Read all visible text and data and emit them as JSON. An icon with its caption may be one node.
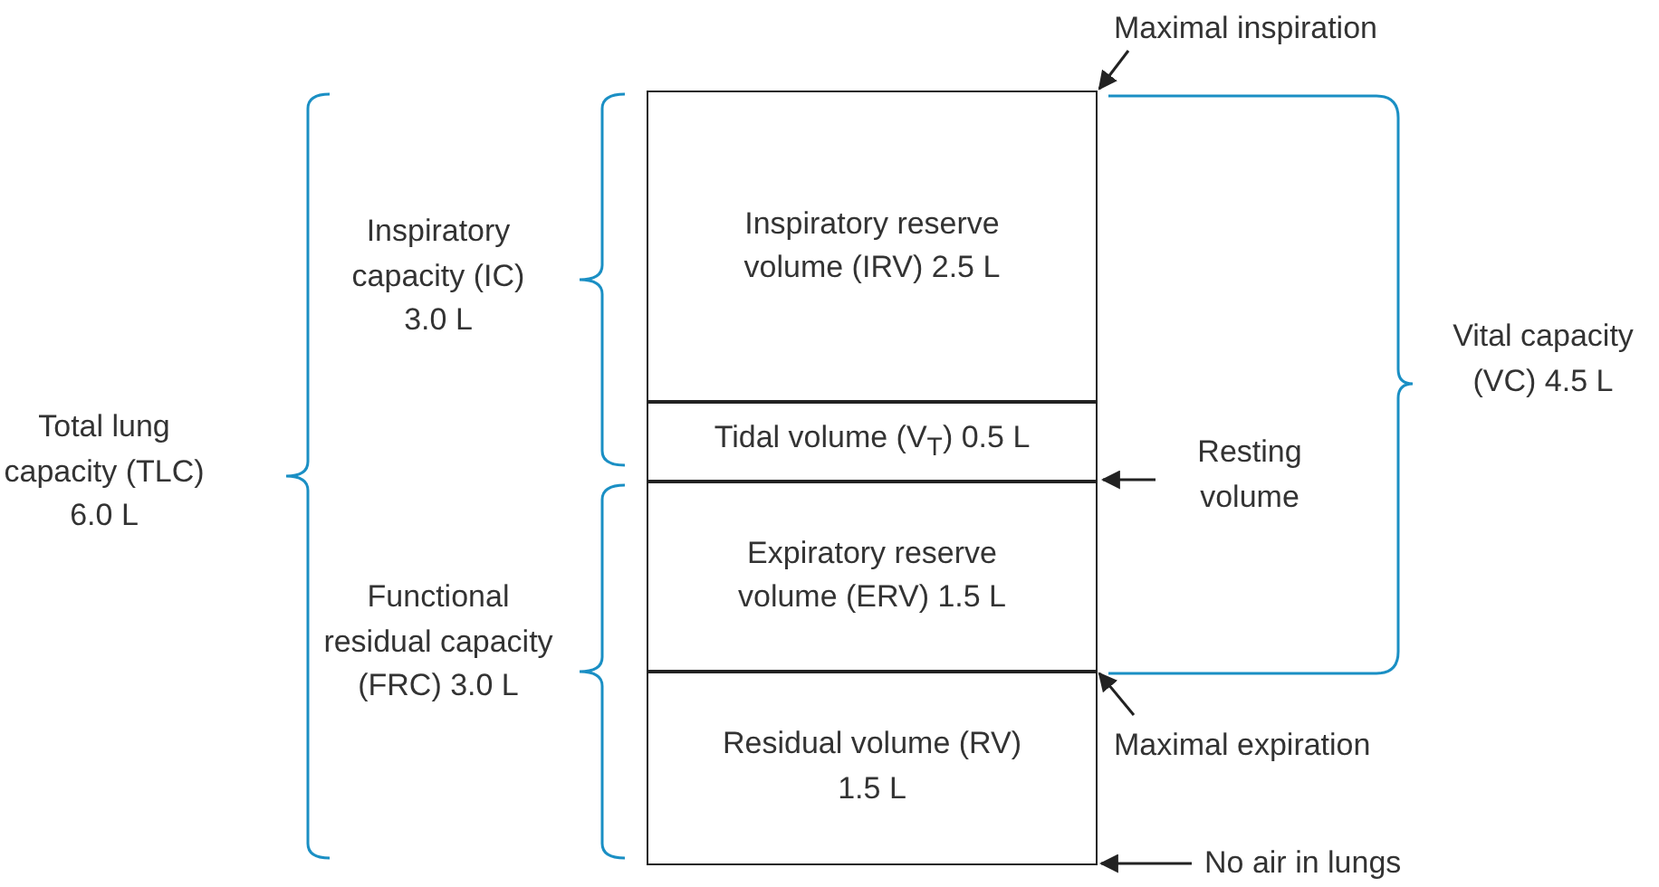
{
  "diagram": {
    "nodes": [
      {
        "text": [
          "Inspiratory reserve volume (IRV) 2.5 L"
        ]
      },
      {
        "text": [
          "Tidal volume (V$_{T}$) 0.5 L"
        ]
      },
      {
        "text": [
          "Expiratory reserve volume (ERV) 1.5 L"
        ]
      },
      {
        "text": [
          "Residual volume (RV) 1.5 L"
        ]
      },
      {
        "text": [
          "Maximal inspiration"
        ]
      },
      {
        "text": [
          "Resting volume"
        ]
      },
      {
        "text": [
          "Maximal expiration"
        ]
      },
      {
        "text": [
          "No air in lungs"
        ]
      }
    ],
    "edges": [
      {
        "from": 4,
        "to": 0,
        "arrow": "to"
      },
      {
        "from": 5,
        "to": 2,
        "arrow": "to"
      },
      {
        "from": 6,
        "to": 3,
        "arrow": "to"
      },
      {
        "from": 7,
        "to": 3,
        "arrow": "to"
      }
    ],
    "labels": [
      "Inspiratory capacity (IC) 3.0 L",
      "Total lung capacity (TLC) 6.0 L",
      "Functional residual capacity (FRC) 3.0 L",
      "Vital capacity (VC) 4.5 L"
    ]
  }
}
